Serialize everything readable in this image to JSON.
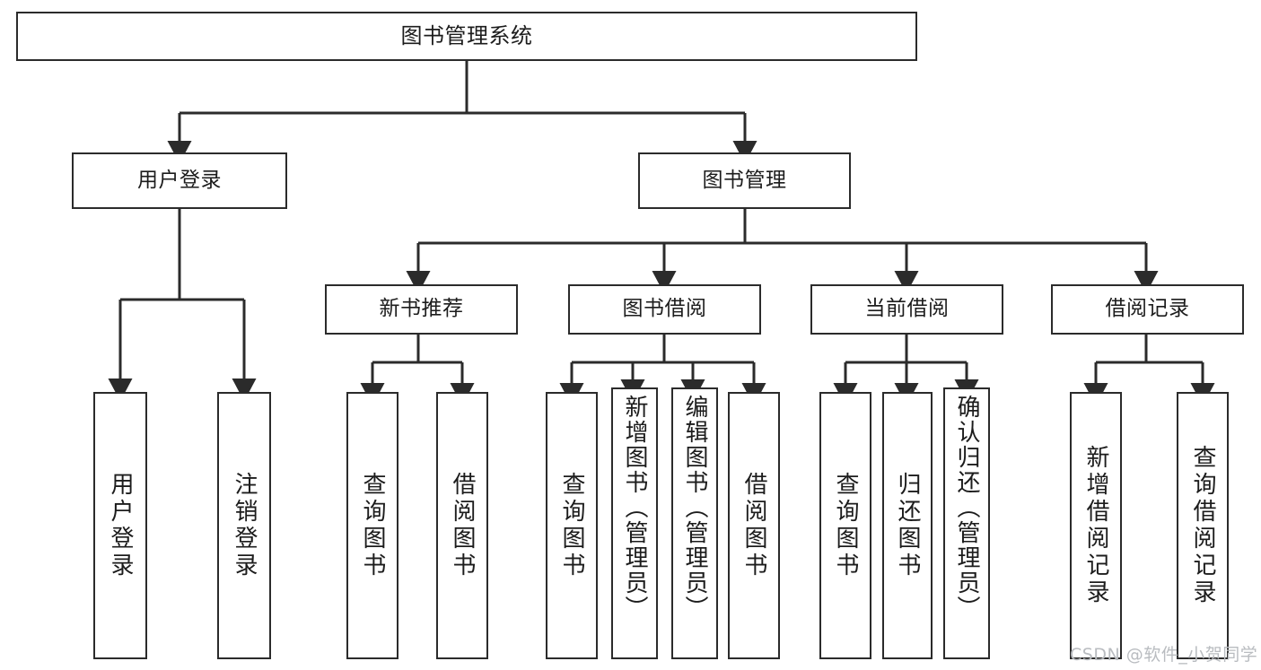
{
  "diagram": {
    "title": "图书管理系统",
    "watermark": "CSDN @软件_小贺同学",
    "stroke_color": "#2b2b2b",
    "background_color": "#ffffff",
    "nodes": {
      "root": "图书管理系统",
      "level2": {
        "user_login": "用户登录",
        "book_manage": "图书管理"
      },
      "level3": {
        "new_book_rec": "新书推荐",
        "book_borrow": "图书借阅",
        "current_borrow": "当前借阅",
        "borrow_record": "借阅记录"
      },
      "leaves": {
        "user_login_1": "用户登录",
        "user_login_2": "注销登录",
        "new_book_rec_1": "查询图书",
        "new_book_rec_2": "借阅图书",
        "book_borrow_1": "查询图书",
        "book_borrow_2": "新增图书（管理员）",
        "book_borrow_3": "编辑图书（管理员）",
        "book_borrow_4": "借阅图书",
        "current_borrow_1": "查询图书",
        "current_borrow_2": "归还图书",
        "current_borrow_3": "确认归还（管理员）",
        "borrow_record_1": "新增借阅记录",
        "borrow_record_2": "查询借阅记录"
      }
    }
  }
}
